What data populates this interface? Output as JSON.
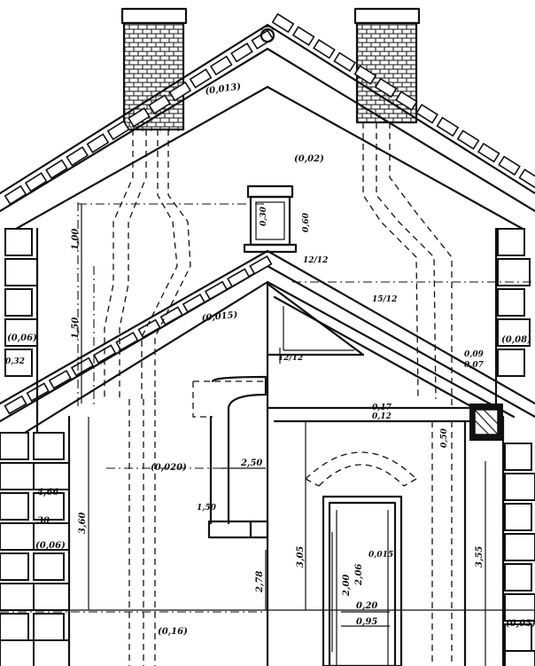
{
  "drawing": {
    "labels": {
      "roof_upper_slope": "(0,013)",
      "gable_upper": "(0,02)",
      "roof_lower_slope": "(0,015)",
      "wall_left_upper": "(0,06)",
      "wall_left_upper_b": "0,32",
      "wall_right_upper": "(0,08)",
      "gable_mid": "(0,020)",
      "wall_left_lower": "(0,06)",
      "wall_right_lower": "(0,05)",
      "floor_line": "(0,16)",
      "window_small_a": "0,30",
      "window_small_b": "0,60",
      "dim_100": "1,00",
      "dim_150": "1,50",
      "dim_360": "3,60",
      "dim_466": "4,66",
      "dim_30": "30",
      "dim_250": "2,50",
      "dim_150b": "1,50",
      "dim_305": "3,05",
      "dim_278": "2,78",
      "dim_200": "2,00",
      "dim_206": "2,06",
      "dim_015": "0,015",
      "dim_020": "0,20",
      "dim_095": "0,95",
      "dim_355": "3,55",
      "dim_ratio_top": "12/12",
      "dim_ratio_mid": "15/12",
      "dim_ratio_left": "12/12",
      "dim_009": "0,09",
      "dim_007": "0,07",
      "dim_017": "0,17",
      "dim_012": "0,12",
      "dim_050": "0,50"
    }
  }
}
